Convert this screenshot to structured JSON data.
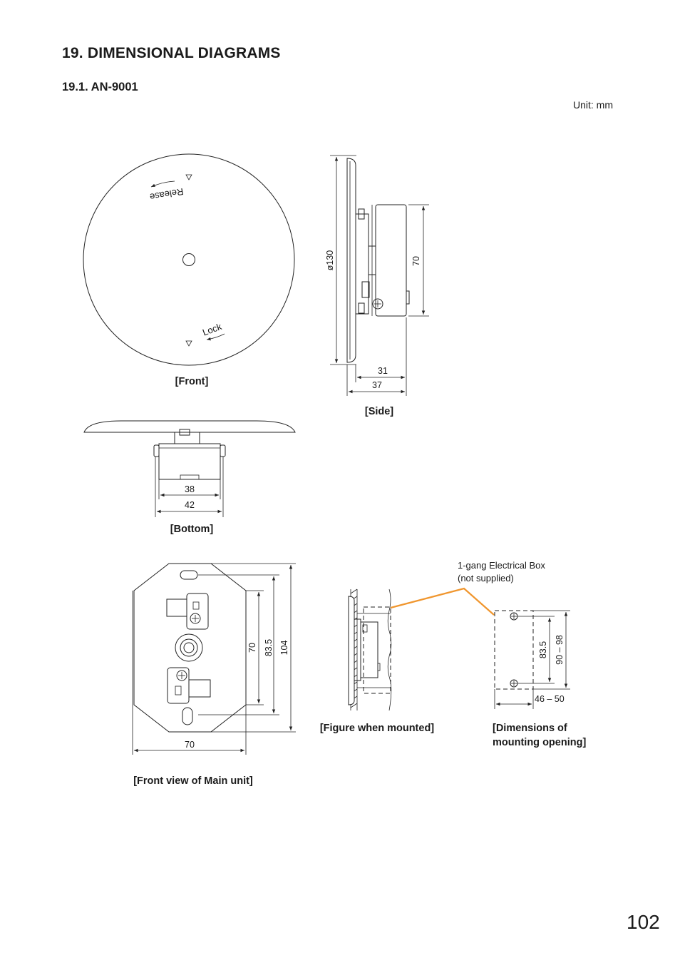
{
  "header": {
    "title": "19. DIMENSIONAL DIAGRAMS",
    "subtitle": "19.1. AN-9001",
    "unit": "Unit: mm"
  },
  "front_view": {
    "caption": "[Front]",
    "release_label": "Release",
    "lock_label": "Lock"
  },
  "side_view": {
    "caption": "[Side]",
    "dim_diameter": "ø130",
    "dim_height": "70",
    "dim_depth_inner": "31",
    "dim_depth_outer": "37"
  },
  "bottom_view": {
    "caption": "[Bottom]",
    "dim_inner": "38",
    "dim_outer": "42"
  },
  "main_unit_view": {
    "caption": "[Front view of Main unit]",
    "dim_width": "70",
    "dim_h1": "70",
    "dim_h2": "83.5",
    "dim_h3": "104"
  },
  "mounted_view": {
    "caption": "[Figure when mounted]",
    "box_note_line1": "1-gang Electrical Box",
    "box_note_line2": "(not supplied)",
    "leader_color": "#f0962e"
  },
  "opening_view": {
    "caption_line1": "[Dimensions of",
    "caption_line2": "mounting opening]",
    "dim_pitch": "83.5",
    "dim_height": "90 – 98",
    "dim_width": "46 – 50"
  },
  "page_number": "102"
}
